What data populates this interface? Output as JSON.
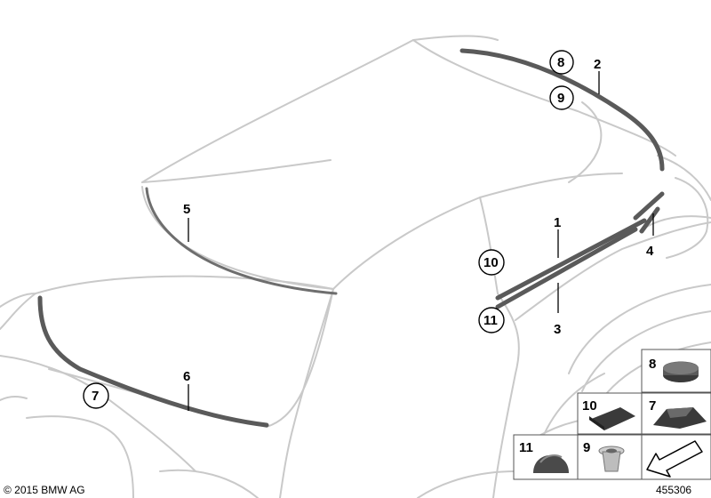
{
  "callouts": {
    "p1": "1",
    "p2": "2",
    "p3": "3",
    "p4": "4",
    "p5": "5",
    "p6": "6",
    "p7": "7",
    "p8": "8",
    "p9": "9",
    "p10": "10",
    "p11": "11"
  },
  "legend": {
    "b8": "8",
    "b10": "10",
    "b7": "7",
    "b11": "11",
    "b9": "9"
  },
  "footer": {
    "copyright": "© 2015 BMW AG",
    "diagram_number": "455306"
  }
}
